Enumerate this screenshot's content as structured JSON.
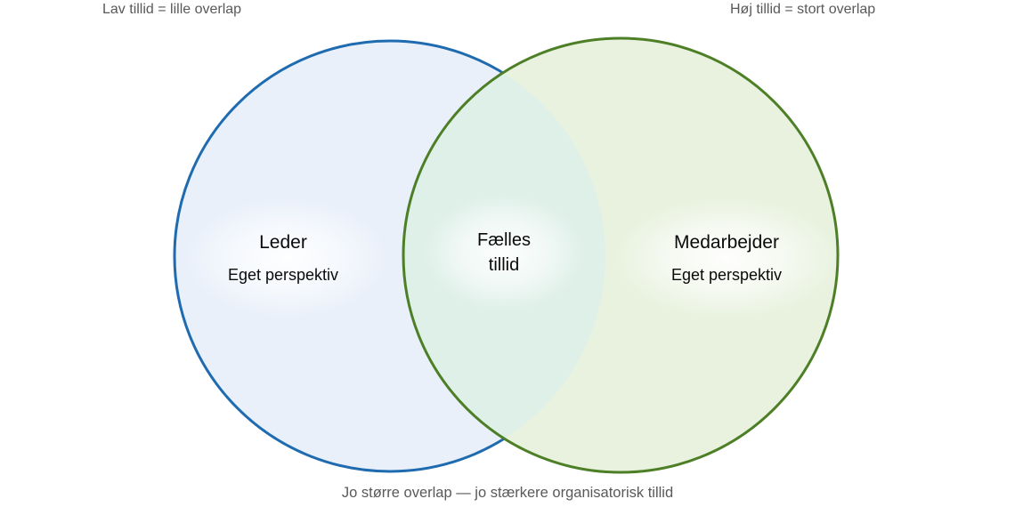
{
  "captions": {
    "top_left": "Lav tillid = lille overlap",
    "top_right": "Høj tillid = stort overlap",
    "bottom": "Jo større overlap — jo stærkere organisatorisk tillid",
    "color": "#595959"
  },
  "venn": {
    "left_circle": {
      "title": "Leder",
      "subtitle": "Eget perspektiv",
      "fill": "#e9f0fa",
      "stroke": "#1f6bb0"
    },
    "right_circle": {
      "title": "Medarbejder",
      "subtitle": "Eget perspektiv",
      "fill": "#e9f2df",
      "stroke": "#4d7f26"
    },
    "overlap": {
      "label_line1": "Fælles",
      "label_line2": "tillid",
      "fill": "#dff0e9"
    }
  }
}
